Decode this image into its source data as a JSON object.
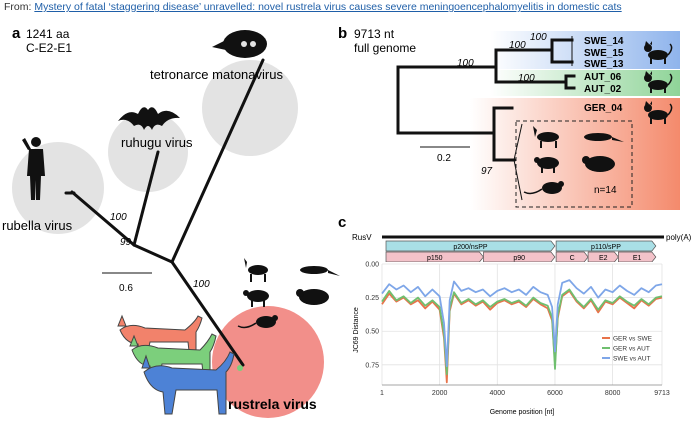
{
  "header": {
    "from_label": "From:",
    "article_link": "Mystery of fatal ‘staggering disease’ unravelled: novel rustrela virus causes severe meningoencephalomyelitis in domestic cats"
  },
  "panel_a": {
    "letter": "a",
    "subtitle_line1": "1241 aa",
    "subtitle_line2": "C-E2-E1",
    "viruses": [
      "tetronarce matonavirus",
      "ruhugu virus",
      "rubella virus",
      "rustrela virus"
    ],
    "bootstrap": [
      "100",
      "99",
      "100"
    ],
    "scale_label": "0.6",
    "colors": {
      "rustrela_blob": "#f08a86",
      "shade": "#d9d9d9",
      "cat_red": "#f2826b",
      "cat_green": "#7ccf7c",
      "cat_blue": "#4d82d6"
    }
  },
  "panel_b": {
    "letter": "b",
    "subtitle_line1": "9713 nt",
    "subtitle_line2": "full genome",
    "clades": [
      {
        "taxa": [
          "SWE_14",
          "SWE_15",
          "SWE_13"
        ],
        "color": "#a9c4ee"
      },
      {
        "taxa": [
          "AUT_06",
          "AUT_02"
        ],
        "color": "#a6dcac"
      },
      {
        "taxa": [
          "GER_04"
        ],
        "color": "#f4a08a"
      }
    ],
    "bootstrap": [
      "100",
      "100",
      "100",
      "97"
    ],
    "scale_label": "0.2",
    "box_label": "n=14"
  },
  "panel_c": {
    "letter": "c",
    "genome_label": "RusV",
    "polya_label": "poly(A)",
    "orfs_top": [
      "p200/nsPP",
      "p110/sPP"
    ],
    "orfs_bottom": [
      "p150",
      "p90",
      "C",
      "E2",
      "E1"
    ],
    "ylabel": "JC69 Distance",
    "xlabel": "Genome position [nt]",
    "legend": [
      "GER vs SWE",
      "GER vs AUT",
      "SWE vs AUT"
    ],
    "colors": {
      "orf_top": "#a9dfe6",
      "orf_bottom": "#f3c2c9",
      "GER vs SWE": "#e8734a",
      "GER vs AUT": "#6fbf6f",
      "SWE vs AUT": "#7ea6e8"
    }
  },
  "chart_data": {
    "type": "line",
    "title": "",
    "xlabel": "Genome position [nt]",
    "ylabel": "JC69 Distance",
    "x_ticks": [
      1,
      2000,
      4000,
      6000,
      8000,
      9713
    ],
    "y_ticks": [
      0.0,
      0.25,
      0.5,
      0.75
    ],
    "xlim": [
      1,
      9713
    ],
    "ylim": [
      0.9,
      0.0
    ],
    "y_inverted": true,
    "grid": true,
    "legend_position": "bottom-right",
    "x": [
      1,
      250,
      500,
      750,
      1000,
      1250,
      1500,
      1750,
      2000,
      2150,
      2250,
      2350,
      2500,
      2750,
      3000,
      3250,
      3500,
      3750,
      4000,
      4250,
      4500,
      4750,
      5000,
      5250,
      5500,
      5750,
      5900,
      6000,
      6100,
      6250,
      6500,
      6750,
      7000,
      7250,
      7500,
      7750,
      8000,
      8250,
      8500,
      8750,
      9000,
      9250,
      9500,
      9713
    ],
    "series": [
      {
        "name": "GER vs SWE",
        "color": "#e8734a",
        "values": [
          0.3,
          0.22,
          0.28,
          0.25,
          0.3,
          0.27,
          0.33,
          0.28,
          0.34,
          0.55,
          0.88,
          0.35,
          0.22,
          0.3,
          0.27,
          0.31,
          0.28,
          0.34,
          0.29,
          0.27,
          0.3,
          0.28,
          0.32,
          0.26,
          0.3,
          0.33,
          0.42,
          0.74,
          0.4,
          0.24,
          0.2,
          0.28,
          0.33,
          0.27,
          0.36,
          0.28,
          0.3,
          0.25,
          0.29,
          0.33,
          0.27,
          0.31,
          0.26,
          0.25
        ]
      },
      {
        "name": "GER vs AUT",
        "color": "#6fbf6f",
        "values": [
          0.28,
          0.2,
          0.27,
          0.24,
          0.29,
          0.25,
          0.31,
          0.27,
          0.32,
          0.52,
          0.82,
          0.33,
          0.21,
          0.29,
          0.26,
          0.3,
          0.27,
          0.32,
          0.28,
          0.26,
          0.29,
          0.27,
          0.31,
          0.25,
          0.29,
          0.31,
          0.4,
          0.78,
          0.38,
          0.23,
          0.19,
          0.27,
          0.32,
          0.26,
          0.34,
          0.27,
          0.29,
          0.24,
          0.28,
          0.31,
          0.26,
          0.3,
          0.25,
          0.24
        ]
      },
      {
        "name": "SWE vs AUT",
        "color": "#7ea6e8",
        "values": [
          0.22,
          0.15,
          0.19,
          0.16,
          0.21,
          0.17,
          0.24,
          0.19,
          0.24,
          0.44,
          0.76,
          0.27,
          0.13,
          0.2,
          0.18,
          0.21,
          0.19,
          0.24,
          0.2,
          0.18,
          0.21,
          0.19,
          0.23,
          0.17,
          0.21,
          0.23,
          0.32,
          0.65,
          0.3,
          0.14,
          0.12,
          0.18,
          0.22,
          0.17,
          0.25,
          0.19,
          0.21,
          0.16,
          0.2,
          0.23,
          0.18,
          0.21,
          0.16,
          0.15
        ]
      }
    ]
  }
}
